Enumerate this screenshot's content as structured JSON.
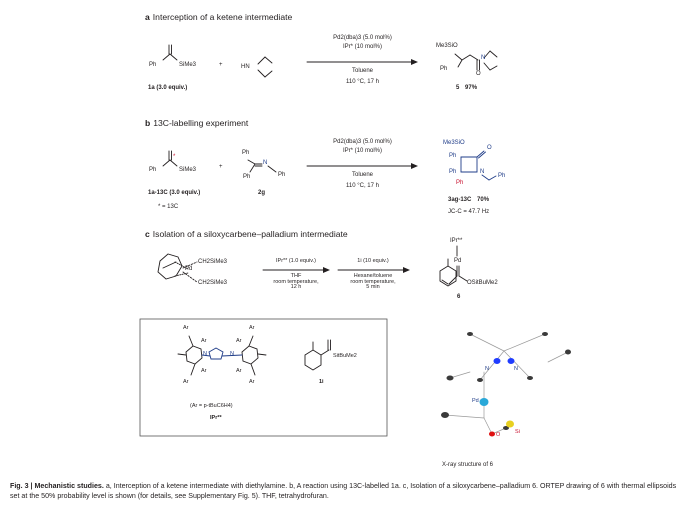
{
  "panel_a": {
    "letter": "a",
    "title": "Interception of a ketene intermediate",
    "reactant_1": {
      "left": "Ph",
      "right": "SiMe3",
      "label": "1a (3.0 equiv.)"
    },
    "plus": "+",
    "reactant_2": {
      "label": "HN"
    },
    "conditions_above": [
      "Pd2(dba)3 (5.0 mol%)",
      "IPr* (10 mol%)"
    ],
    "conditions_below": [
      "Toluene",
      "110 °C, 17 h"
    ],
    "product": {
      "top": "Me3SiO",
      "left": "Ph",
      "N": "N",
      "O": "O",
      "label": "5",
      "yield": "97%"
    }
  },
  "panel_b": {
    "letter": "b",
    "title": "13C-labelling experiment",
    "reactant_1": {
      "left": "Ph",
      "right": "SiMe3",
      "star": "*",
      "label": "1a-13C (3.0 equiv.)",
      "legend": "* = 13C"
    },
    "plus": "+",
    "reactant_2": {
      "top": "Ph",
      "N": "N",
      "right": "Ph",
      "bottom": "Ph",
      "label": "2g"
    },
    "conditions_above": [
      "Pd2(dba)3 (5.0 mol%)",
      "IPr* (10 mol%)"
    ],
    "conditions_below": [
      "Toluene",
      "110 °C, 17 h"
    ],
    "product": {
      "top": "Me3SiO",
      "ph1": "Ph",
      "ph2": "Ph",
      "ph3": "Ph",
      "N": "N",
      "O": "O",
      "ph4": "Ph",
      "label": "3ag-13C",
      "yield": "70%",
      "coupling": "JC-C = 47.7 Hz"
    }
  },
  "panel_c": {
    "letter": "c",
    "title": "Isolation of a siloxycarbene–palladium intermediate",
    "start": {
      "metal": "Pd",
      "ligand_1": "CH2SiMe3",
      "ligand_2": "CH2SiMe3"
    },
    "step1_above": "IPr** (1.0 equiv.)",
    "step1_below": [
      "THF",
      "room temperature,",
      "12 h"
    ],
    "step2_above": "1i (10 equiv.)",
    "step2_below": [
      "Hexane/toluene",
      "room temperature,",
      "5 min"
    ],
    "product": {
      "ligand": "IPr**",
      "metal": "Pd",
      "group": "OSitBuMe2",
      "label": "6"
    }
  },
  "box": {
    "ar_labels": [
      "Ar",
      "Ar",
      "Ar",
      "Ar",
      "Ar",
      "Ar",
      "Ar",
      "Ar"
    ],
    "n_labels": [
      "N",
      "N"
    ],
    "ar_def": "(Ar = p-tBuC6H4)",
    "ligand_name": "IPr**",
    "reagent": {
      "silyl": "SitBuMe2",
      "label": "1i"
    }
  },
  "xray": {
    "atoms": [
      "N",
      "N",
      "Pd",
      "O",
      "Si"
    ],
    "caption": "X-ray structure of 6",
    "colors": {
      "carbon": "#3a3a3a",
      "nitrogen": "#1f3cff",
      "palladium": "#29a8d8",
      "oxygen": "#e01010",
      "silicon": "#e8d020",
      "bond": "#9a9a9a"
    }
  },
  "figure_caption": {
    "fig": "Fig. 3 |",
    "title": "Mechanistic studies.",
    "body": " a, Interception of a ketene intermediate with diethylamine. b, A reaction using 13C-labelled 1a. c, Isolation of a siloxycarbene–palladium 6. ORTEP drawing of 6 with thermal ellipsoids set at the 50% probability level is shown (for details, see Supplementary Fig. 5). THF, tetrahydrofuran."
  }
}
